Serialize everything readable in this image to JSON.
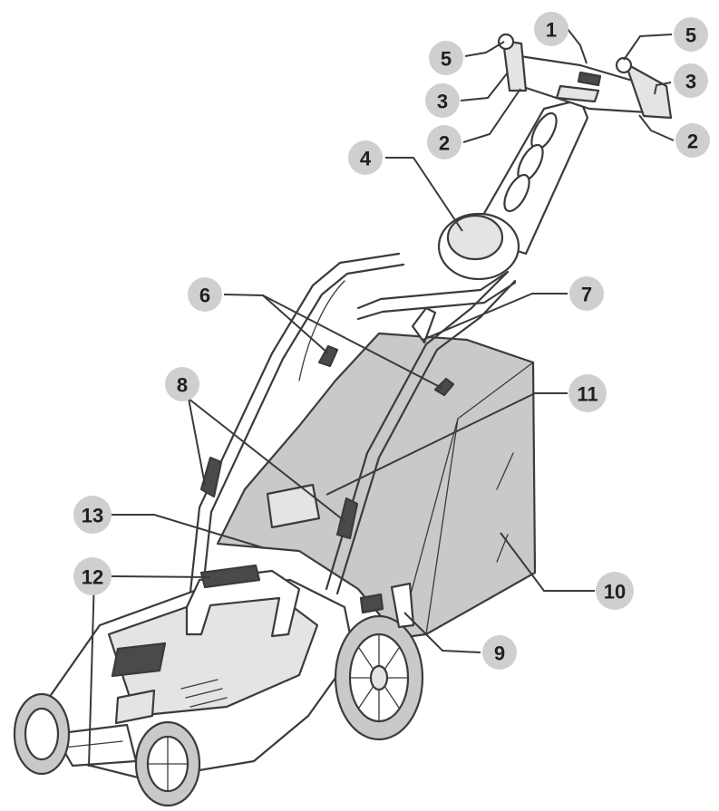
{
  "callouts": [
    {
      "id": "c1",
      "label": "1"
    },
    {
      "id": "c2a",
      "label": "2"
    },
    {
      "id": "c2b",
      "label": "2"
    },
    {
      "id": "c3a",
      "label": "3"
    },
    {
      "id": "c3b",
      "label": "3"
    },
    {
      "id": "c4",
      "label": "4"
    },
    {
      "id": "c5a",
      "label": "5"
    },
    {
      "id": "c5b",
      "label": "5"
    },
    {
      "id": "c6",
      "label": "6"
    },
    {
      "id": "c7",
      "label": "7"
    },
    {
      "id": "c8",
      "label": "8"
    },
    {
      "id": "c9",
      "label": "9"
    },
    {
      "id": "c10",
      "label": "10"
    },
    {
      "id": "c11",
      "label": "11"
    },
    {
      "id": "c12",
      "label": "12"
    },
    {
      "id": "c13",
      "label": "13"
    }
  ],
  "colors": {
    "badge": "#cfcfcf",
    "line": "#3a3a3a",
    "bag": "#c9c9c9"
  }
}
